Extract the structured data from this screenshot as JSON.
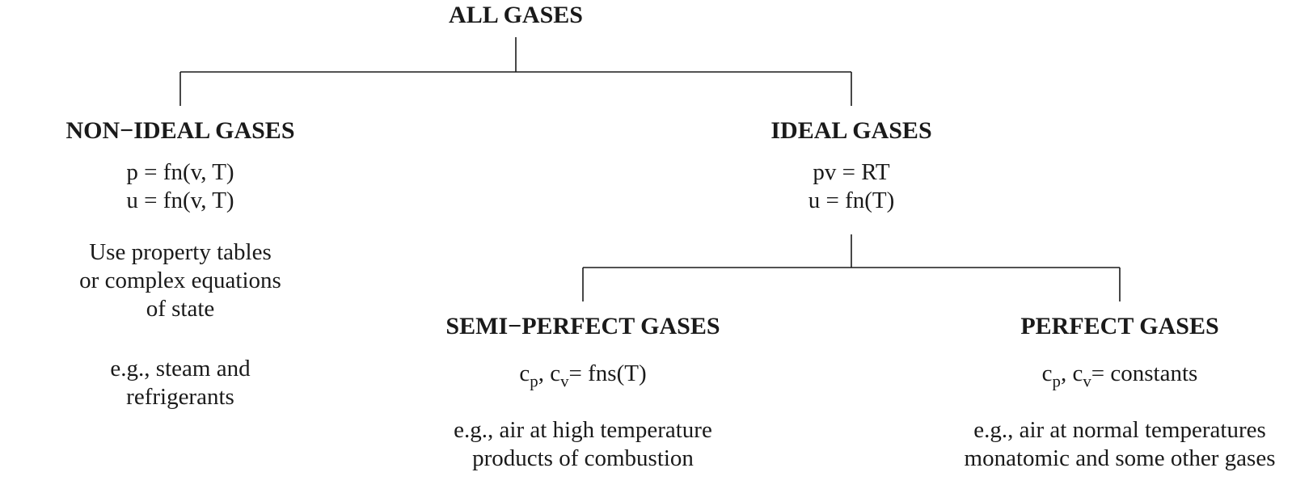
{
  "root": {
    "title": "ALL GASES"
  },
  "non_ideal": {
    "title": "NON−IDEAL GASES",
    "equations": [
      "p = fn(v, T)",
      "u = fn(v, T)"
    ],
    "note": [
      "Use property tables",
      "or complex equations",
      "of state"
    ],
    "examples": [
      "e.g., steam and",
      "refrigerants"
    ]
  },
  "ideal": {
    "title": "IDEAL GASES",
    "equations": [
      "pv = RT",
      "u = fn(T)"
    ]
  },
  "semi_perfect": {
    "title": "SEMI−PERFECT GASES",
    "relation": {
      "c1": "c",
      "c1_sub": "p",
      "sep": ", ",
      "c2": "c",
      "c2_sub": "v",
      "rest": "= fns(T)"
    },
    "examples": [
      "e.g., air at high temperature",
      "products of combustion"
    ]
  },
  "perfect": {
    "title": "PERFECT GASES",
    "relation": {
      "c1": "c",
      "c1_sub": "p",
      "sep": ", ",
      "c2": "c",
      "c2_sub": "v",
      "rest": "= constants"
    },
    "examples": [
      "e.g., air at normal temperatures",
      "monatomic and some other gases"
    ]
  }
}
